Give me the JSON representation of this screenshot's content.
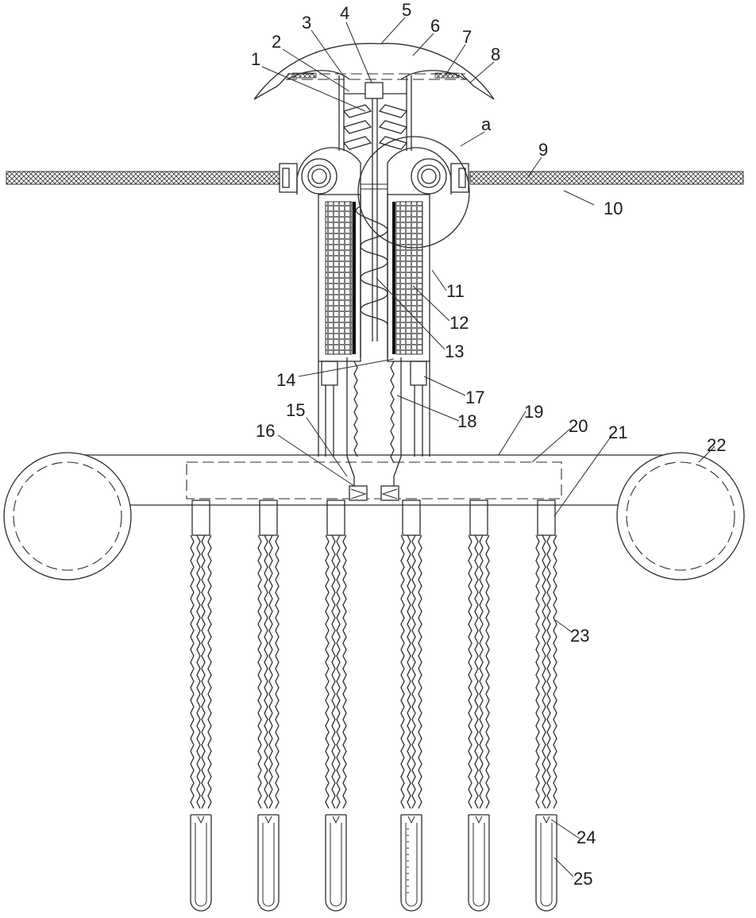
{
  "labels": {
    "l1": "1",
    "l2": "2",
    "l3": "3",
    "l4": "4",
    "l5": "5",
    "l6": "6",
    "l7": "7",
    "l8": "8",
    "l9": "9",
    "l10": "10",
    "l11": "11",
    "l12": "12",
    "l13": "13",
    "l14": "14",
    "l15": "15",
    "l16": "16",
    "l17": "17",
    "l18": "18",
    "l19": "19",
    "l20": "20",
    "l21": "21",
    "l22": "22",
    "l23": "23",
    "l24": "24",
    "l25": "25",
    "la": "a"
  }
}
